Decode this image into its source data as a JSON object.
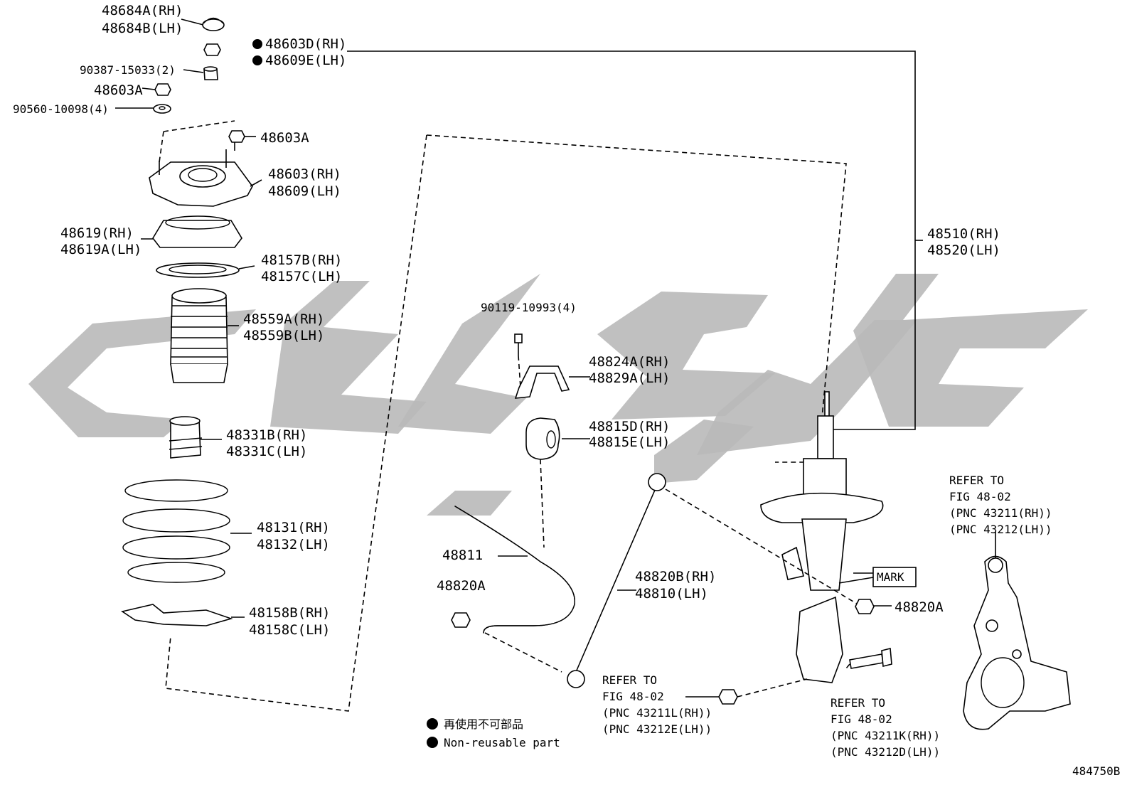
{
  "diagram": {
    "figure_code": "484750B",
    "legend": {
      "non_reusable_jp": "再使用不可部品",
      "non_reusable_en": "Non-reusable part"
    },
    "parts": {
      "p48684": [
        "48684A(RH)",
        "48684B(LH)"
      ],
      "p48603d": [
        "48603D(RH)",
        "48609E(LH)"
      ],
      "p90387": "90387-15033(2)",
      "p48603a_top": "48603A",
      "p90560": "90560-10098(4)",
      "p48603a_mid": "48603A",
      "p48603": [
        "48603(RH)",
        "48609(LH)"
      ],
      "p48619": [
        "48619(RH)",
        "48619A(LH)"
      ],
      "p48157": [
        "48157B(RH)",
        "48157C(LH)"
      ],
      "p48559": [
        "48559A(RH)",
        "48559B(LH)"
      ],
      "p48331": [
        "48331B(RH)",
        "48331C(LH)"
      ],
      "p48131": [
        "48131(RH)",
        "48132(LH)"
      ],
      "p48158": [
        "48158B(RH)",
        "48158C(LH)"
      ],
      "p48510": [
        "48510(RH)",
        "48520(LH)"
      ],
      "p90119": "90119-10993(4)",
      "p48824": [
        "48824A(RH)",
        "48829A(LH)"
      ],
      "p48815": [
        "48815D(RH)",
        "48815E(LH)"
      ],
      "p48811": "48811",
      "p48820a_left": "48820A",
      "p48820b": [
        "48820B(RH)",
        "48810(LH)"
      ],
      "p48820a_right": "48820A",
      "mark": "MARK"
    },
    "refs": {
      "ref_knuckle": [
        "REFER TO",
        "FIG 48-02",
        "(PNC 43211(RH))",
        "(PNC 43212(LH))"
      ],
      "ref_nut": [
        "REFER TO",
        "FIG 48-02",
        "(PNC 43211L(RH))",
        "(PNC 43212E(LH))"
      ],
      "ref_bolt": [
        "REFER TO",
        "FIG 48-02",
        "(PNC 43211K(RH))",
        "(PNC 43212D(LH))"
      ]
    }
  }
}
